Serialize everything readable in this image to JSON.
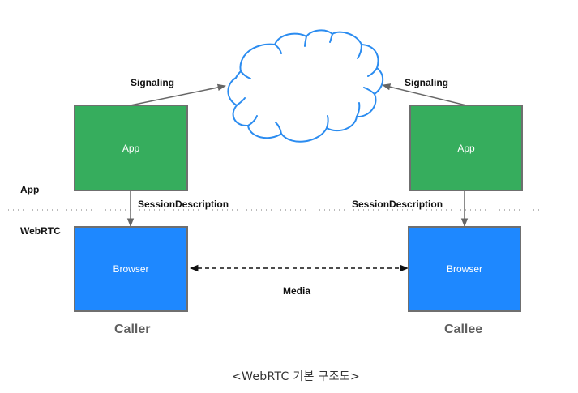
{
  "diagram": {
    "title_caption": "<WebRTC 기본 구조도>",
    "colors": {
      "app_box": "#36ad5d",
      "browser_box": "#1e88ff",
      "cloud_stroke": "#2b8cf0",
      "arrow": "#666666",
      "box_border": "#6f6f6f",
      "role_text": "#5f5f5f"
    },
    "layers": {
      "app_label": "App",
      "webrtc_label": "WebRTC"
    },
    "caller": {
      "app_box_label": "App",
      "browser_box_label": "Browser",
      "role_label": "Caller",
      "signaling_label": "Signaling",
      "session_label": "SessionDescription"
    },
    "callee": {
      "app_box_label": "App",
      "browser_box_label": "Browser",
      "role_label": "Callee",
      "signaling_label": "Signaling",
      "session_label": "SessionDescription"
    },
    "media_label": "Media",
    "nodes": [
      {
        "id": "cloud",
        "type": "cloud",
        "label": ""
      },
      {
        "id": "caller-app",
        "type": "box",
        "label": "App"
      },
      {
        "id": "caller-browser",
        "type": "box",
        "label": "Browser"
      },
      {
        "id": "callee-app",
        "type": "box",
        "label": "App"
      },
      {
        "id": "callee-browser",
        "type": "box",
        "label": "Browser"
      }
    ],
    "edges": [
      {
        "from": "caller-app",
        "to": "cloud",
        "label": "Signaling",
        "style": "solid",
        "direction": "forward"
      },
      {
        "from": "callee-app",
        "to": "cloud",
        "label": "Signaling",
        "style": "solid",
        "direction": "forward"
      },
      {
        "from": "caller-app",
        "to": "caller-browser",
        "label": "SessionDescription",
        "style": "solid",
        "direction": "forward"
      },
      {
        "from": "callee-app",
        "to": "callee-browser",
        "label": "SessionDescription",
        "style": "solid",
        "direction": "forward"
      },
      {
        "from": "caller-browser",
        "to": "callee-browser",
        "label": "Media",
        "style": "dashed",
        "direction": "both"
      }
    ]
  }
}
